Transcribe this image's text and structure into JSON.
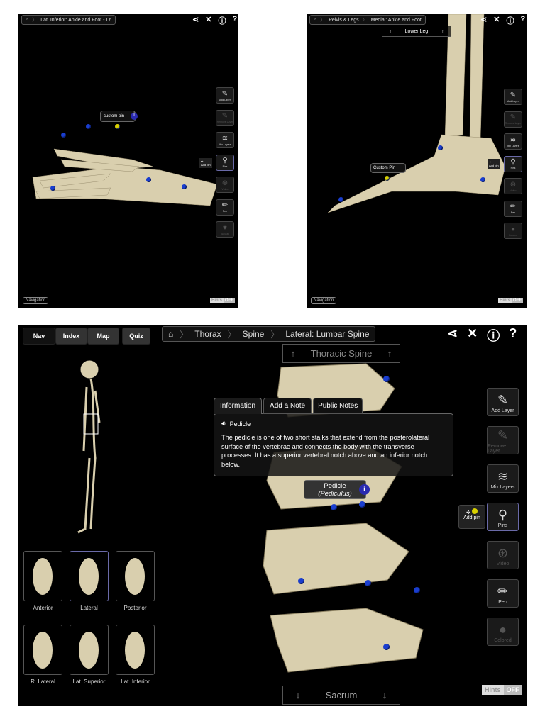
{
  "icons": {
    "share": "share-icon",
    "tools": "tools-icon",
    "info": "info-icon",
    "help": "help-icon",
    "home": "home-icon"
  },
  "panel1": {
    "breadcrumb": [
      "Lat. Inferior: Ankle and Foot - L6"
    ],
    "pin_label": "custom pin",
    "add_pin": "Add pin",
    "toolbar": [
      {
        "label": "Add Layer",
        "icon": "✎"
      },
      {
        "label": "Remove Layer",
        "icon": "✎"
      },
      {
        "label": "Mix Layers",
        "icon": "≋"
      },
      {
        "label": "Pins",
        "icon": "⚲"
      },
      {
        "label": "Video",
        "icon": "⊛"
      },
      {
        "label": "Pen",
        "icon": "✏"
      },
      {
        "label": "3D Map",
        "icon": "♥"
      }
    ],
    "navigation": "Navigation",
    "hints": "Hints",
    "hints_state": "OFF"
  },
  "panel2": {
    "breadcrumb": [
      "Pelvis & Legs",
      "Medial: Ankle and Foot"
    ],
    "up_nav": "Lower Leg",
    "pin_label": "Custom Pin",
    "add_pin": "Add pin",
    "toolbar": [
      {
        "label": "Add Layer",
        "icon": "✎"
      },
      {
        "label": "Remove Layer",
        "icon": "✎"
      },
      {
        "label": "Mix Layers",
        "icon": "≋"
      },
      {
        "label": "Pins",
        "icon": "⚲"
      },
      {
        "label": "Video",
        "icon": "⊛"
      },
      {
        "label": "Pen",
        "icon": "✏"
      },
      {
        "label": "Colored",
        "icon": "●"
      }
    ],
    "navigation": "Navigation",
    "hints": "Hints",
    "hints_state": "OFF"
  },
  "panel3": {
    "tabs": [
      "Nav",
      "Index",
      "Map"
    ],
    "active_tab": "Nav",
    "quiz": "Quiz",
    "breadcrumb": [
      "Thorax",
      "Spine",
      "Lateral: Lumbar Spine"
    ],
    "up_nav": "Thoracic Spine",
    "down_nav": "Sacrum",
    "info": {
      "tabs": [
        "Information",
        "Add a Note",
        "Public Notes"
      ],
      "term": "Pedicle",
      "text": "The pedicle is one of two short stalks that extend from the posterolateral surface of the vertebrae and connects the body with the transverse processes. It has a superior vertebral notch above and an inferior notch below."
    },
    "pin_label": {
      "name": "Pedicle",
      "latin": "(Pediculus)"
    },
    "add_pin": "Add pin",
    "views": [
      "Anterior",
      "Lateral",
      "Posterior",
      "R. Lateral",
      "Lat. Superior",
      "Lat. Inferior"
    ],
    "selected_view": "Lateral",
    "toolbar": [
      {
        "label": "Add Layer",
        "icon": "✎"
      },
      {
        "label": "Remove Layer",
        "icon": "✎"
      },
      {
        "label": "Mix Layers",
        "icon": "≋"
      },
      {
        "label": "Pins",
        "icon": "⚲"
      },
      {
        "label": "Video",
        "icon": "⊛"
      },
      {
        "label": "Pen",
        "icon": "✏"
      },
      {
        "label": "Colored",
        "icon": "●"
      }
    ],
    "hints": "Hints",
    "hints_state": "OFF"
  },
  "colors": {
    "bone": "#d9cfae",
    "pin": "#1a3ecf",
    "pin_custom": "#d8d000",
    "selected": "#6a6aa8"
  }
}
